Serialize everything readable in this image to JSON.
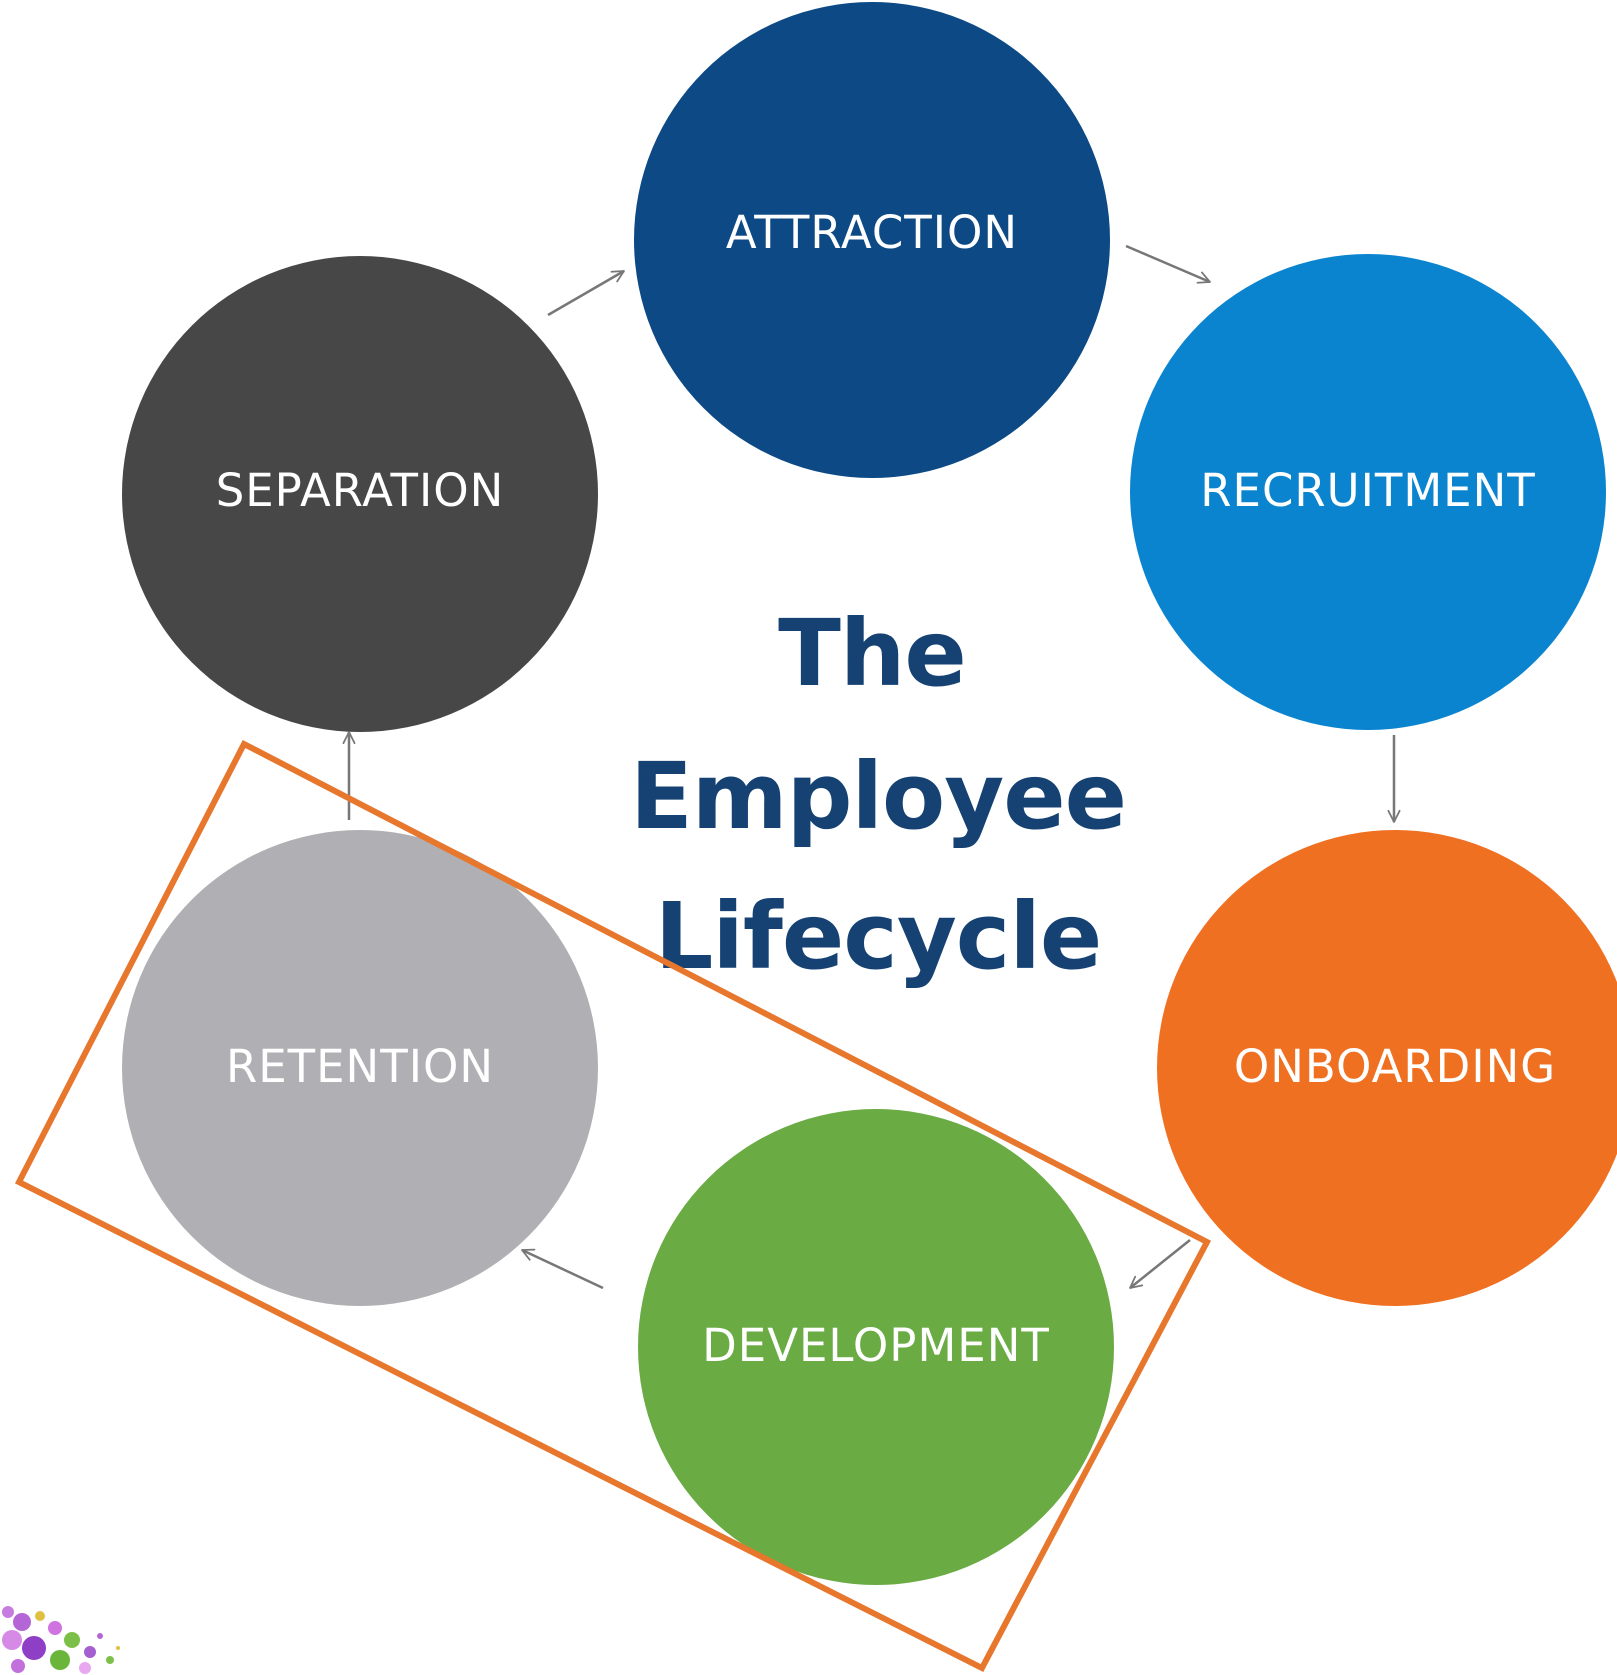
{
  "diagram": {
    "title_lines": [
      "The",
      "Employee",
      "Lifecycle"
    ],
    "title_color": "#154273",
    "stages": [
      {
        "id": "attraction",
        "label": "ATTRACTION",
        "color": "#0d4a85"
      },
      {
        "id": "recruitment",
        "label": "RECRUITMENT",
        "color": "#0a84cf"
      },
      {
        "id": "onboarding",
        "label": "ONBOARDING",
        "color": "#f07022"
      },
      {
        "id": "development",
        "label": "DEVELOPMENT",
        "color": "#6aab44"
      },
      {
        "id": "retention",
        "label": "RETENTION",
        "color": "#b0b0b4"
      },
      {
        "id": "separation",
        "label": "SEPARATION",
        "color": "#474747"
      }
    ],
    "flow": "clockwise",
    "arrow_color": "#777777",
    "highlight": {
      "color": "#e8772e",
      "encloses": [
        "retention",
        "development"
      ]
    }
  }
}
